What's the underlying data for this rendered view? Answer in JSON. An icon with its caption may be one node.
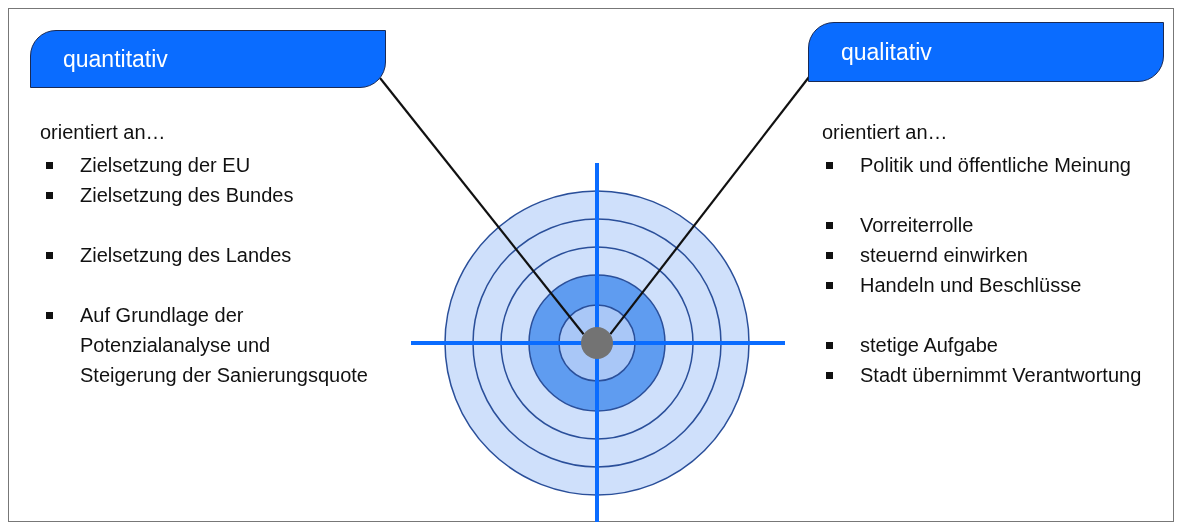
{
  "diagram": {
    "nodes": [
      {
        "text": [
          "quantitativ"
        ]
      },
      {
        "text": [
          "qualitativ"
        ]
      },
      {
        "text": [],
        "shape": "circle"
      }
    ],
    "edges": [
      {
        "from": 0,
        "to": 2,
        "arrow": "none"
      },
      {
        "from": 1,
        "to": 2,
        "arrow": "none"
      }
    ],
    "labels": [
      "orientiert an…",
      "Zielsetzung der EU",
      "Zielsetzung des Bundes",
      "Zielsetzung des Landes",
      "Auf Grundlage der Potenzialanalyse und Steigerung der Sanierungsquote",
      "orientiert an…",
      "Politik und öffentliche Meinung",
      "Vorreiterrolle",
      "steuernd einwirken",
      "Handeln und Beschlüsse",
      "stetige Aufgabe",
      "Stadt übernimmt Verantwortung"
    ]
  }
}
